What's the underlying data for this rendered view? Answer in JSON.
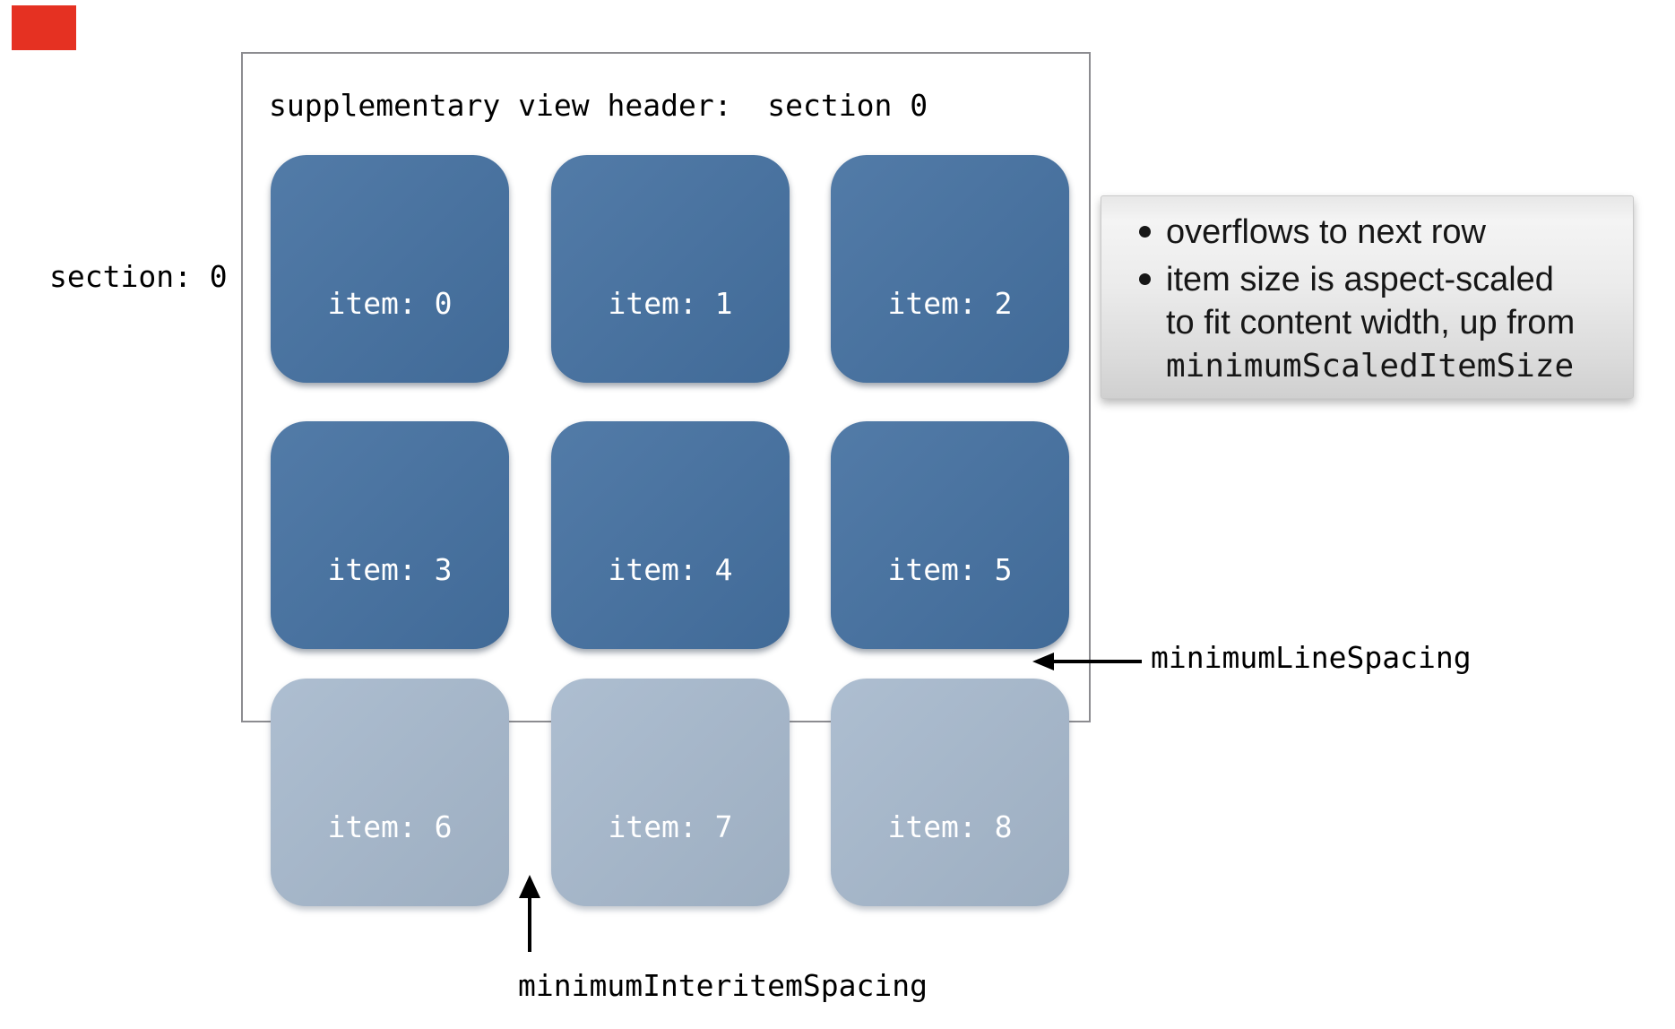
{
  "colors": {
    "item_dark": "#4571a1",
    "item_light": "#a7b9cd",
    "item_text": "#ffffff",
    "container_border": "#8c8c90",
    "red_marker": "#e53122"
  },
  "section_label": "section: 0",
  "header": "supplementary view header:  section 0",
  "items": [
    {
      "label": "item: 0",
      "shade": "dark"
    },
    {
      "label": "item: 1",
      "shade": "dark"
    },
    {
      "label": "item: 2",
      "shade": "dark"
    },
    {
      "label": "item: 3",
      "shade": "dark"
    },
    {
      "label": "item: 4",
      "shade": "dark"
    },
    {
      "label": "item: 5",
      "shade": "dark"
    },
    {
      "label": "item: 6",
      "shade": "light"
    },
    {
      "label": "item: 7",
      "shade": "light"
    },
    {
      "label": "item: 8",
      "shade": "light"
    }
  ],
  "callout": {
    "bullet1": "overflows to next row",
    "bullet2_line1": "item size is aspect-scaled",
    "bullet2_line2": "to fit content width, up from",
    "bullet2_code": "minimumScaledItemSize"
  },
  "annotations": {
    "line_spacing": "minimumLineSpacing",
    "interitem_spacing": "minimumInteritemSpacing"
  }
}
